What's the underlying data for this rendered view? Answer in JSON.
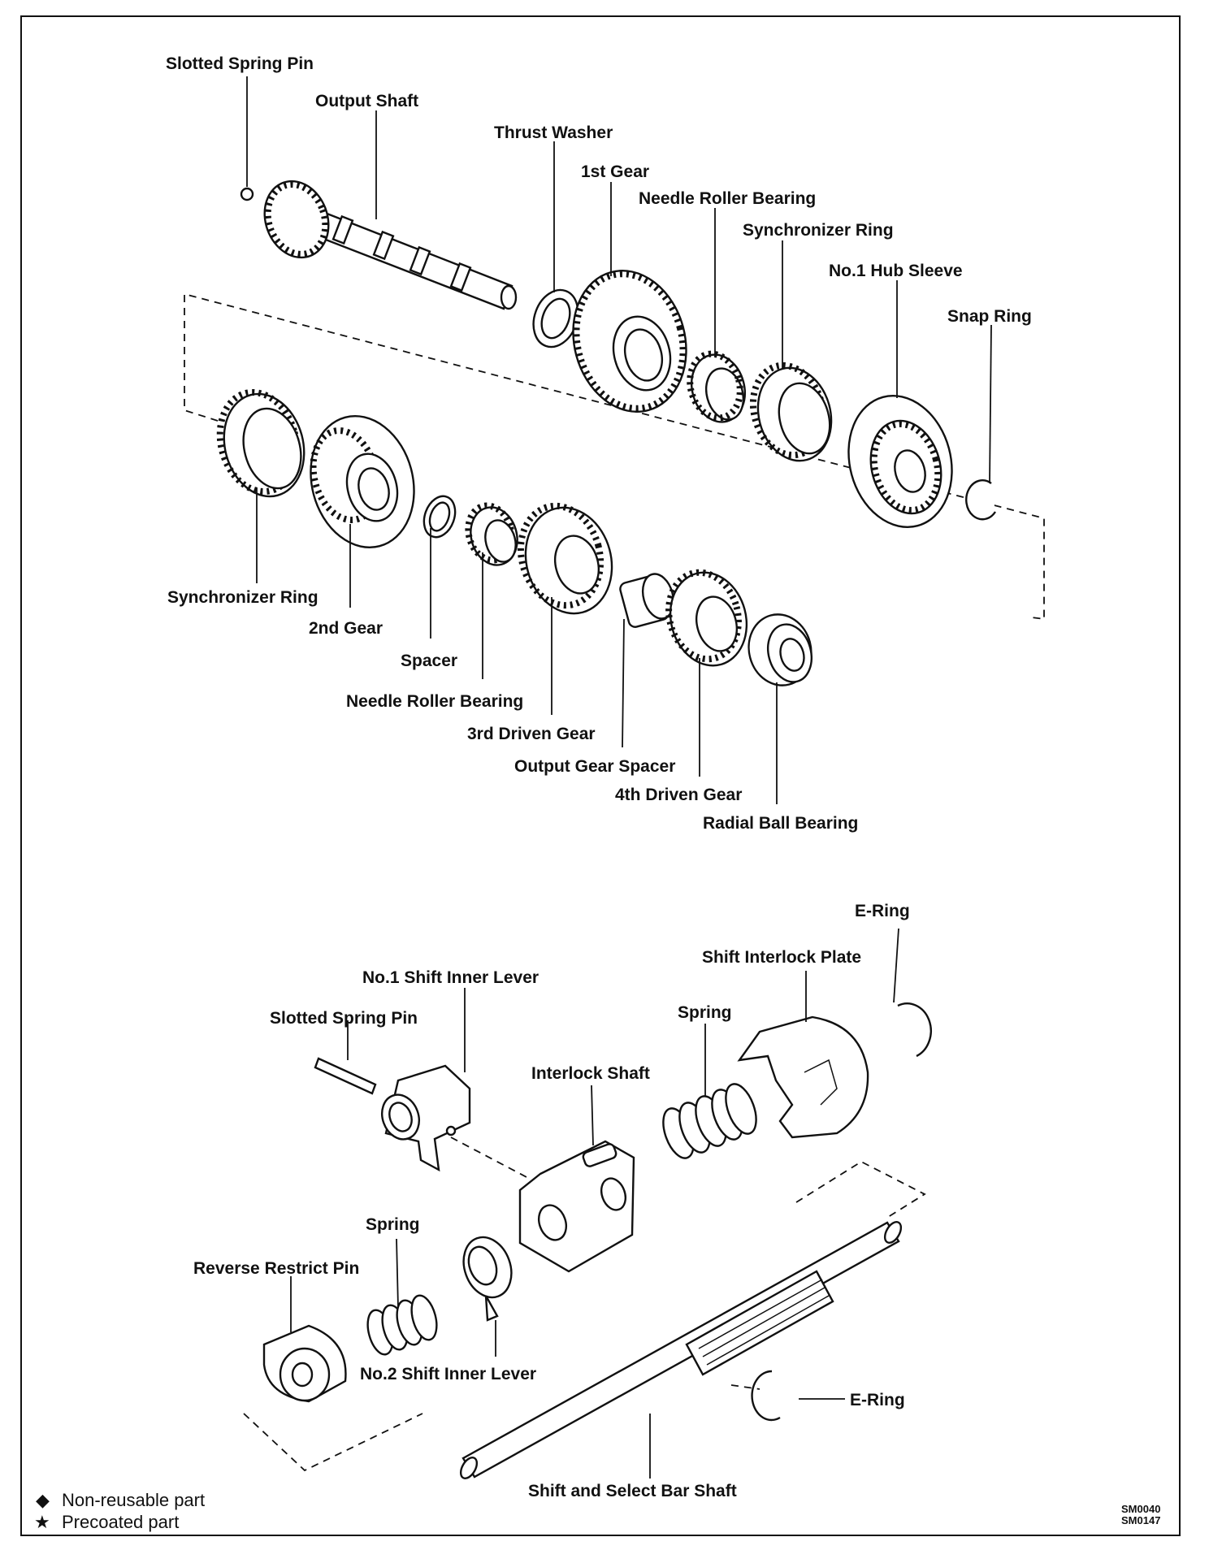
{
  "labels": {
    "slotted_spring_pin_top": "Slotted Spring Pin",
    "output_shaft": "Output Shaft",
    "thrust_washer": "Thrust Washer",
    "first_gear": "1st Gear",
    "needle_roller_bearing_top": "Needle Roller Bearing",
    "synchronizer_ring_top": "Synchronizer Ring",
    "no1_hub_sleeve": "No.1 Hub Sleeve",
    "snap_ring": "Snap Ring",
    "synchronizer_ring_bottom": "Synchronizer Ring",
    "second_gear": "2nd Gear",
    "spacer": "Spacer",
    "needle_roller_bearing_bottom": "Needle Roller Bearing",
    "third_driven_gear": "3rd Driven Gear",
    "output_gear_spacer": "Output Gear Spacer",
    "fourth_driven_gear": "4th Driven Gear",
    "radial_ball_bearing": "Radial Ball Bearing",
    "e_ring_top": "E-Ring",
    "shift_interlock_plate": "Shift Interlock Plate",
    "no1_shift_inner_lever": "No.1 Shift Inner Lever",
    "slotted_spring_pin_bottom": "Slotted Spring Pin",
    "spring_top": "Spring",
    "interlock_shaft": "Interlock Shaft",
    "spring_bottom": "Spring",
    "reverse_restrict_pin": "Reverse Restrict Pin",
    "no2_shift_inner_lever": "No.2 Shift Inner Lever",
    "e_ring_bottom": "E-Ring",
    "shift_and_select_bar_shaft": "Shift and Select Bar Shaft"
  },
  "legend": {
    "non_reusable": "Non-reusable part",
    "precoated": "Precoated part",
    "non_reusable_symbol": "◆",
    "precoated_symbol": "★"
  },
  "codes": {
    "code1": "SM0040",
    "code2": "SM0147"
  }
}
